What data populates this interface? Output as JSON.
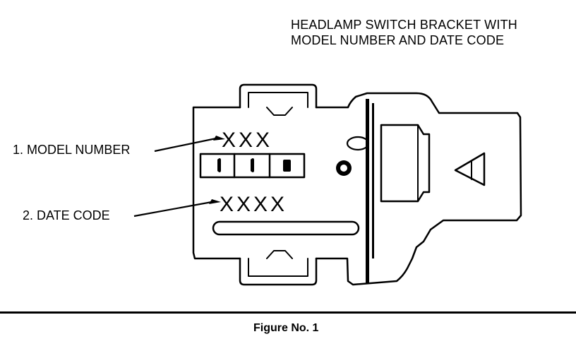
{
  "title": {
    "line1": "HEADLAMP SWITCH BRACKET WITH",
    "line2": "MODEL NUMBER AND DATE CODE"
  },
  "callouts": [
    {
      "label": "1. MODEL NUMBER",
      "mark": "XXX"
    },
    {
      "label": "2. DATE CODE",
      "mark": "XXXX"
    }
  ],
  "caption": "Figure No. 1",
  "colors": {
    "ink": "#000000",
    "paper": "#ffffff"
  }
}
